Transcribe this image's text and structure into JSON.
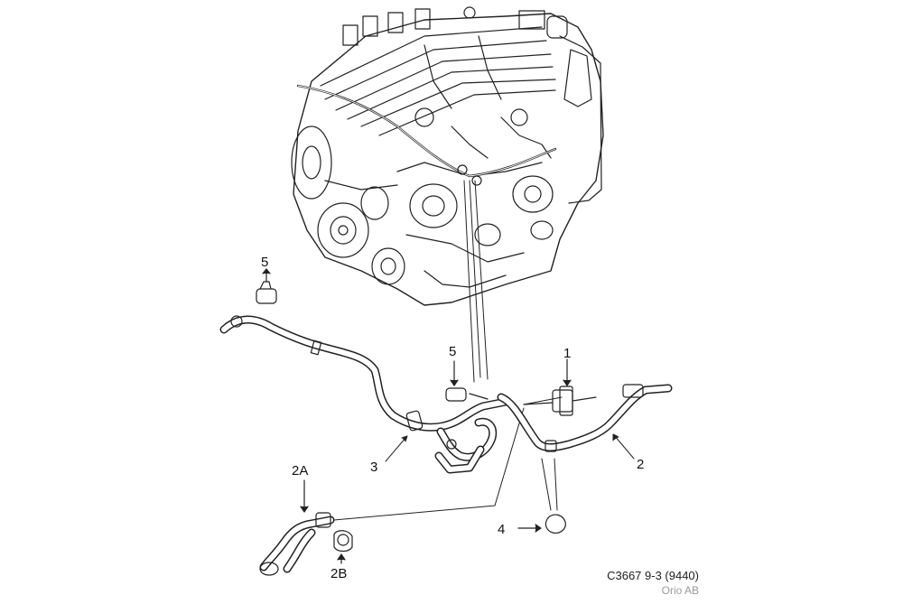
{
  "diagram": {
    "callouts": {
      "c1": "1",
      "c2": "2",
      "c2A": "2A",
      "c2B": "2B",
      "c3": "3",
      "c4": "4",
      "c5_left": "5",
      "c5_mid": "5"
    },
    "caption": "C3667 9-3 (9440)",
    "credit": "Orio AB"
  }
}
